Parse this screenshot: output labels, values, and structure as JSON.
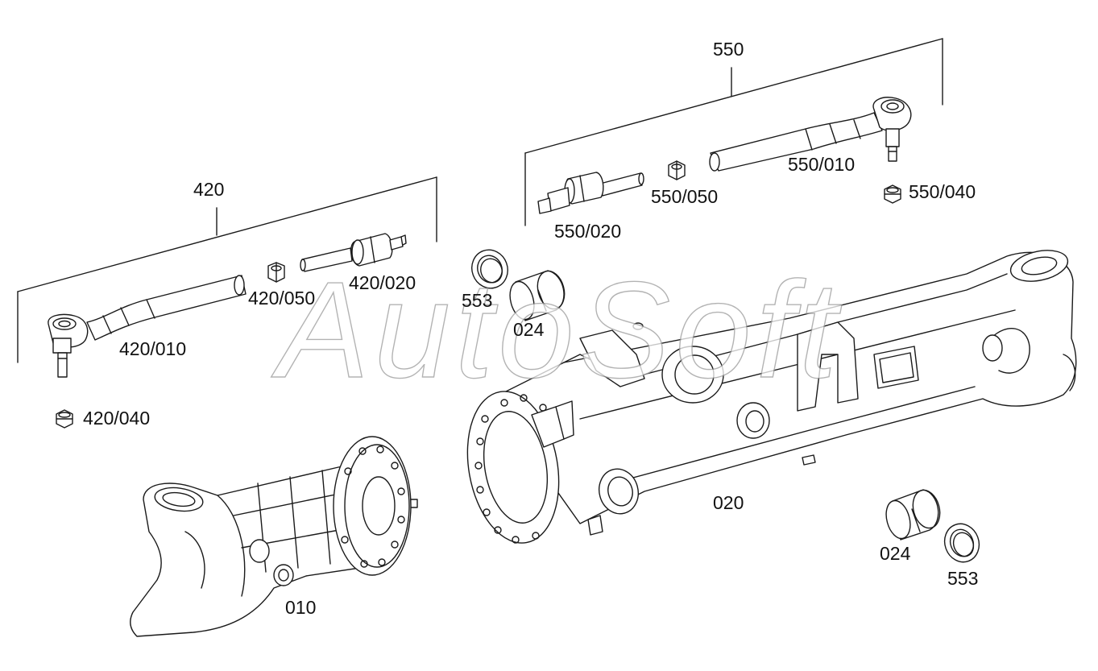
{
  "labels": {
    "asm_550": "550",
    "p_550_010": "550/010",
    "p_550_050": "550/050",
    "p_550_040": "550/040",
    "p_550_020": "550/020",
    "asm_420": "420",
    "p_420_050": "420/050",
    "p_420_020": "420/020",
    "p_420_010": "420/010",
    "p_420_040": "420/040",
    "p_553_top": "553",
    "p_024_top": "024",
    "p_020": "020",
    "p_024_bottom": "024",
    "p_553_bottom": "553",
    "p_010": "010"
  },
  "watermark": "AutoSoft",
  "colors": {
    "line": "#1a1a1a",
    "fill": "#ffffff",
    "background": "#ffffff"
  }
}
